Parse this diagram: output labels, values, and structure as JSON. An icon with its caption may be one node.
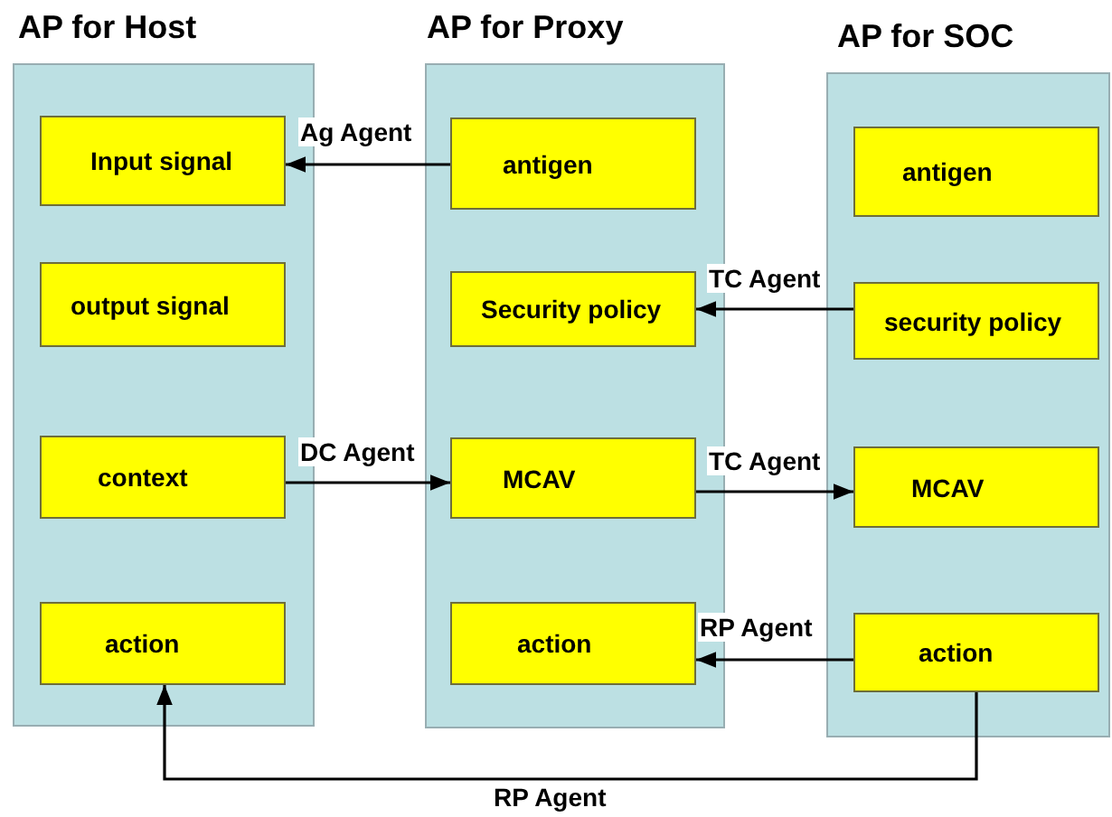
{
  "diagram": {
    "nodes": [
      {
        "text": [
          "AP for Host"
        ]
      },
      {
        "text": [
          "Input signal"
        ],
        "in": 0
      },
      {
        "text": [
          "output signal"
        ],
        "in": 0
      },
      {
        "text": [
          "context"
        ],
        "in": 0
      },
      {
        "text": [
          "action"
        ],
        "in": 0
      },
      {
        "text": [
          "AP for Proxy"
        ]
      },
      {
        "text": [
          "antigen"
        ],
        "in": 5
      },
      {
        "text": [
          "Security policy"
        ],
        "in": 5
      },
      {
        "text": [
          "MCAV"
        ],
        "in": 5
      },
      {
        "text": [
          "action"
        ],
        "in": 5
      },
      {
        "text": [
          "AP for SOC"
        ]
      },
      {
        "text": [
          "antigen"
        ],
        "in": 10
      },
      {
        "text": [
          "security policy"
        ],
        "in": 10
      },
      {
        "text": [
          "MCAV"
        ],
        "in": 10
      },
      {
        "text": [
          "action"
        ],
        "in": 10
      }
    ],
    "edges": [
      {
        "from": 6,
        "to": 1,
        "arrow": "to",
        "label": "Ag Agent"
      },
      {
        "from": 12,
        "to": 7,
        "arrow": "to",
        "label": "TC Agent"
      },
      {
        "from": 3,
        "to": 8,
        "arrow": "to",
        "label": "DC Agent"
      },
      {
        "from": 8,
        "to": 13,
        "arrow": "to",
        "label": "TC Agent"
      },
      {
        "from": 14,
        "to": 9,
        "arrow": "to",
        "label": "RP Agent"
      },
      {
        "from": 14,
        "to": 4,
        "arrow": "to",
        "label": "RP Agent"
      }
    ]
  }
}
